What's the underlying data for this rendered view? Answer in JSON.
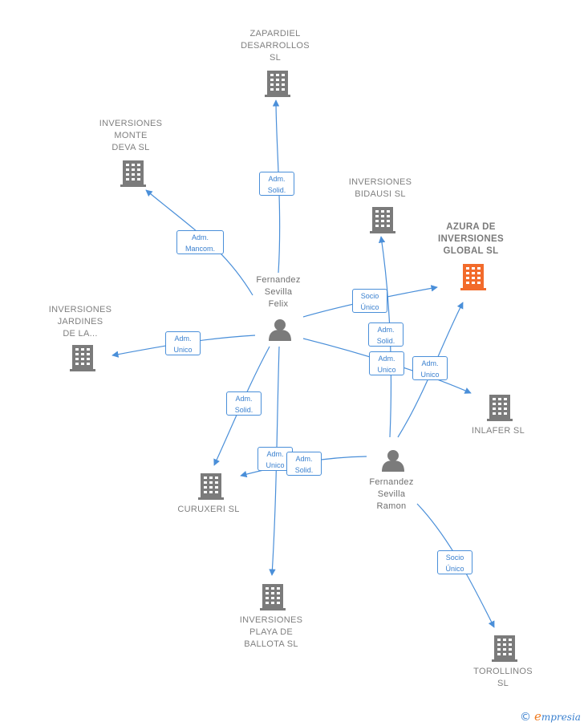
{
  "colors": {
    "edge": "#4a8fd9",
    "company": "#7b7b7b",
    "focus_company": "#f26b2b",
    "person": "#7b7b7b"
  },
  "companies": [
    {
      "id": "zapardiel",
      "label": "ZAPARDIEL\nDESARROLLOS\nSL",
      "icon": "building-icon"
    },
    {
      "id": "monte",
      "label": "INVERSIONES\nMONTE\nDEVA SL",
      "icon": "building-icon"
    },
    {
      "id": "bidausi",
      "label": "INVERSIONES\nBIDAUSI  SL",
      "icon": "building-icon"
    },
    {
      "id": "azura",
      "label": "AZURA DE\nINVERSIONES\nGLOBAL  SL",
      "icon": "building-icon",
      "focus": true
    },
    {
      "id": "jardines",
      "label": "INVERSIONES\nJARDINES\nDE LA...",
      "icon": "building-icon"
    },
    {
      "id": "inlafer",
      "label": "INLAFER  SL",
      "icon": "building-icon"
    },
    {
      "id": "curuxeri",
      "label": "CURUXERI  SL",
      "icon": "building-icon"
    },
    {
      "id": "playa",
      "label": "INVERSIONES\nPLAYA DE\nBALLOTA  SL",
      "icon": "building-icon"
    },
    {
      "id": "torollinos",
      "label": "TOROLLINOS\nSL",
      "icon": "building-icon"
    }
  ],
  "persons": [
    {
      "id": "felix",
      "label": "Fernandez\nSevilla\nFelix",
      "icon": "person-icon"
    },
    {
      "id": "ramon",
      "label": "Fernandez\nSevilla\nRamon",
      "icon": "person-icon"
    }
  ],
  "edges": [
    {
      "id": "felix-zapardiel",
      "label": "Adm.\nSolid."
    },
    {
      "id": "felix-monte",
      "label": "Adm.\nMancom."
    },
    {
      "id": "felix-azura",
      "label": "Socio\nÚnico"
    },
    {
      "id": "felix-jardines",
      "label": "Adm.\nUnico"
    },
    {
      "id": "ramon-bidausi",
      "label": "Adm.\nSolid."
    },
    {
      "id": "felix-inlafer",
      "label": "Adm.\nUnico"
    },
    {
      "id": "ramon-azura",
      "label": "Adm.\nUnico"
    },
    {
      "id": "felix-curuxeri",
      "label": "Adm.\nSolid."
    },
    {
      "id": "felix-playa",
      "label": "Adm.\nUnico"
    },
    {
      "id": "ramon-curuxeri",
      "label": "Adm.\nSolid."
    },
    {
      "id": "ramon-torollinos",
      "label": "Socio\nÚnico"
    }
  ],
  "watermark": {
    "symbol": "©",
    "initial": "e",
    "text": "mpresia"
  }
}
